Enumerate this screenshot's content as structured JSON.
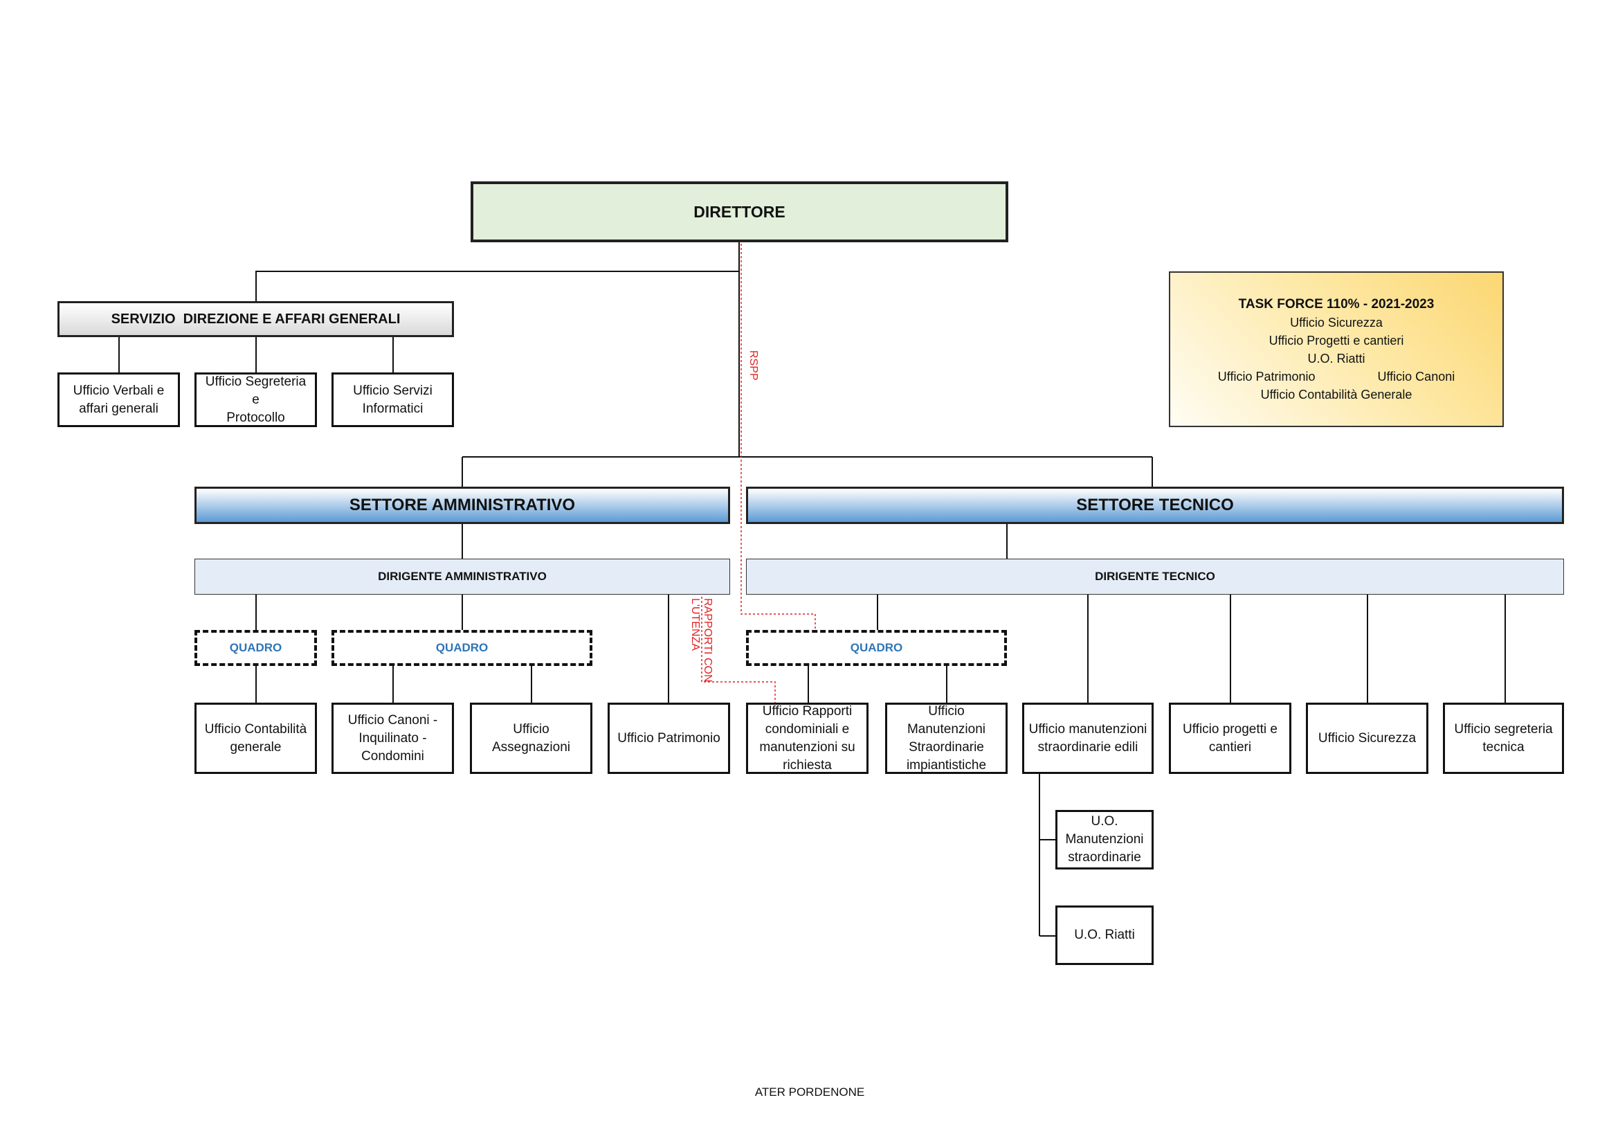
{
  "director": "DIRETTORE",
  "service": {
    "title": "SERVIZIO  DIREZIONE E AFFARI GENERALI",
    "offices": [
      "Ufficio Verbali e\naffari generali",
      "Ufficio Segreteria  e\nProtocollo",
      "Ufficio Servizi\nInformatici"
    ]
  },
  "task_force": {
    "title": "TASK FORCE 110% - 2021-2023",
    "lines": [
      "Ufficio Sicurezza",
      "Ufficio Progetti e cantieri",
      "U.O. Riatti"
    ],
    "row": [
      "Ufficio Patrimonio",
      "Ufficio Canoni"
    ],
    "last": "Ufficio Contabilità Generale"
  },
  "rspp_label": "RSPP",
  "rapporti_label": "RAPPORTI CON\nL'UTENZA",
  "admin": {
    "sector": "SETTORE AMMINISTRATIVO",
    "dirigente": "DIRIGENTE AMMINISTRATIVO",
    "quadro_1": "QUADRO",
    "quadro_2": "QUADRO",
    "offices": [
      "Ufficio Contabilità\ngenerale",
      "Ufficio Canoni -\nInquilinato -\nCondomini",
      "Ufficio Assegnazioni",
      "Ufficio Patrimonio"
    ]
  },
  "tech": {
    "sector": "SETTORE TECNICO",
    "dirigente": "DIRIGENTE TECNICO",
    "quadro": "QUADRO",
    "offices": [
      "Ufficio Rapporti\ncondominiali e\nmanutenzioni su\nrichiesta",
      "Ufficio\nManutenzioni\nStraordinarie\nimpiantistiche",
      "Ufficio manutenzioni\nstraordinarie edili",
      "Ufficio progetti e\ncantieri",
      "Ufficio Sicurezza",
      "Ufficio segreteria\ntecnica"
    ],
    "sub_units": [
      "U.O.\nManutenzioni\nstraordinarie",
      "U.O. Riatti"
    ]
  },
  "footer": "ATER PORDENONE"
}
